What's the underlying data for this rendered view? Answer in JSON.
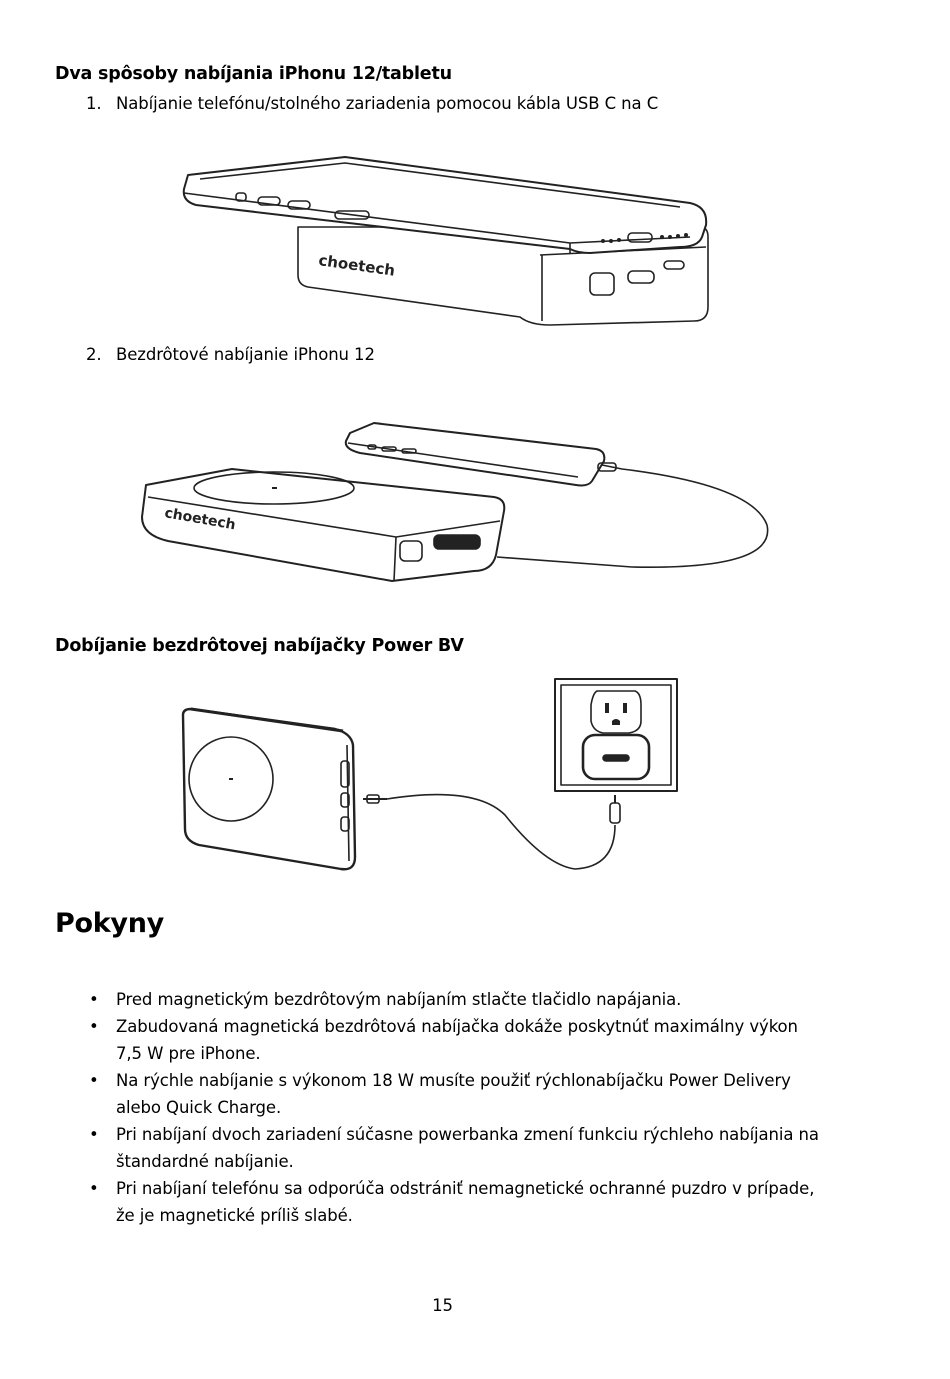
{
  "section1": {
    "title": "Dva spôsoby nabíjania iPhonu 12/tabletu",
    "items": [
      {
        "number": "1.",
        "text": "Nabíjanie telefónu/stolného zariadenia pomocou kábla USB C na C"
      },
      {
        "number": "2.",
        "text": "Bezdrôtové nabíjanie iPhonu 12"
      }
    ]
  },
  "section2": {
    "title": "Dobíjanie bezdrôtovej nabíjačky Power BV"
  },
  "illustrations": {
    "brand_mark": "choetech"
  },
  "instructions": {
    "title": "Pokyny",
    "bullet_symbol": "•",
    "items": [
      {
        "line1": "Pred magnetickým bezdrôtovým nabíjaním stlačte tlačidlo napájania.",
        "line2": ""
      },
      {
        "line1": "Zabudovaná magnetická bezdrôtová nabíjačka dokáže poskytnúť maximálny výkon",
        "line2": "7,5 W pre iPhone."
      },
      {
        "line1": "Na rýchle nabíjanie s výkonom 18 W musíte použiť rýchlonabíjačku Power Delivery",
        "line2": "alebo Quick Charge."
      },
      {
        "line1": "Pri nabíjaní dvoch zariadení súčasne powerbanka zmení funkciu rýchleho nabíjania na",
        "line2": "štandardné nabíjanie."
      },
      {
        "line1": "Pri nabíjaní telefónu sa odporúča odstrániť nemagnetické ochranné puzdro v prípade,",
        "line2": "že je magnetické príliš slabé."
      }
    ]
  },
  "footer": {
    "page_number": "15"
  }
}
